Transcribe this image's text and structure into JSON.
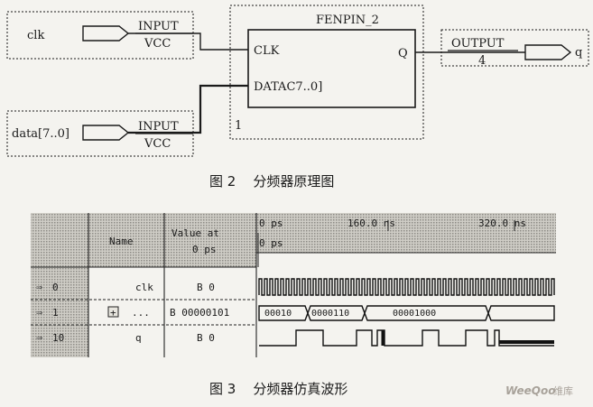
{
  "schematic": {
    "clk_pin": {
      "name": "clk",
      "type": "INPUT",
      "vcc": "VCC"
    },
    "data_pin": {
      "name": "data[7..0]",
      "type": "INPUT",
      "vcc": "VCC"
    },
    "block": {
      "title": "FENPIN_2",
      "port_clk": "CLK",
      "port_data": "DATAC7..0]",
      "port_q": "Q",
      "instance": "1"
    },
    "out_pin": {
      "type": "OUTPUT",
      "num": "4",
      "name": "q"
    },
    "caption": "图 2    分频器原理图"
  },
  "waveform": {
    "headers": {
      "name": "Name",
      "value_line1": "Value at",
      "value_line2": "0 ps"
    },
    "time_axis": {
      "t0": "0 ps",
      "t1": "160.0 ns",
      "t2": "320.0 ns",
      "cursor": "0 ps"
    },
    "rows": [
      {
        "index": "0",
        "name": "clk",
        "value": "B 0"
      },
      {
        "index": "1",
        "name": "...",
        "value": "B 00000101",
        "segments": [
          "00010",
          "0000110",
          "00001000"
        ]
      },
      {
        "index": "10",
        "name": "q",
        "value": "B 0"
      }
    ],
    "expand_glyph": "+",
    "caption": "图 3    分频器仿真波形"
  },
  "watermark": {
    "brand": "WeeQoo",
    "suffix": "维库"
  }
}
